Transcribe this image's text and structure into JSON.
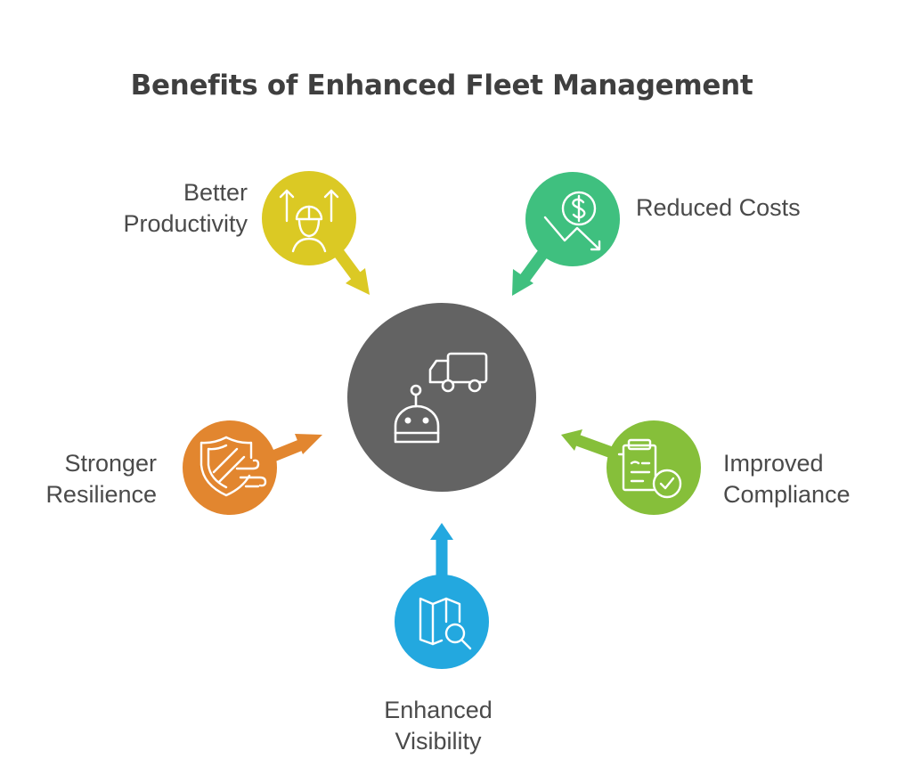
{
  "title": "Benefits of Enhanced Fleet Management",
  "center": {
    "icon": "robot-truck-icon",
    "color": "#636363"
  },
  "nodes": [
    {
      "key": "productivity",
      "lines": [
        "Better",
        "Productivity"
      ],
      "color": "#dbc924",
      "icon": "worker-arrows-icon"
    },
    {
      "key": "costs",
      "lines": [
        "Reduced Costs"
      ],
      "color": "#3fc07f",
      "icon": "dollar-decrease-icon"
    },
    {
      "key": "resilience",
      "lines": [
        "Stronger",
        "Resilience"
      ],
      "color": "#e2862f",
      "icon": "shield-wind-icon"
    },
    {
      "key": "compliance",
      "lines": [
        "Improved",
        "Compliance"
      ],
      "color": "#86bf3a",
      "icon": "clipboard-check-icon"
    },
    {
      "key": "visibility",
      "lines": [
        "Enhanced",
        "Visibility"
      ],
      "color": "#23a8df",
      "icon": "map-search-icon"
    }
  ]
}
